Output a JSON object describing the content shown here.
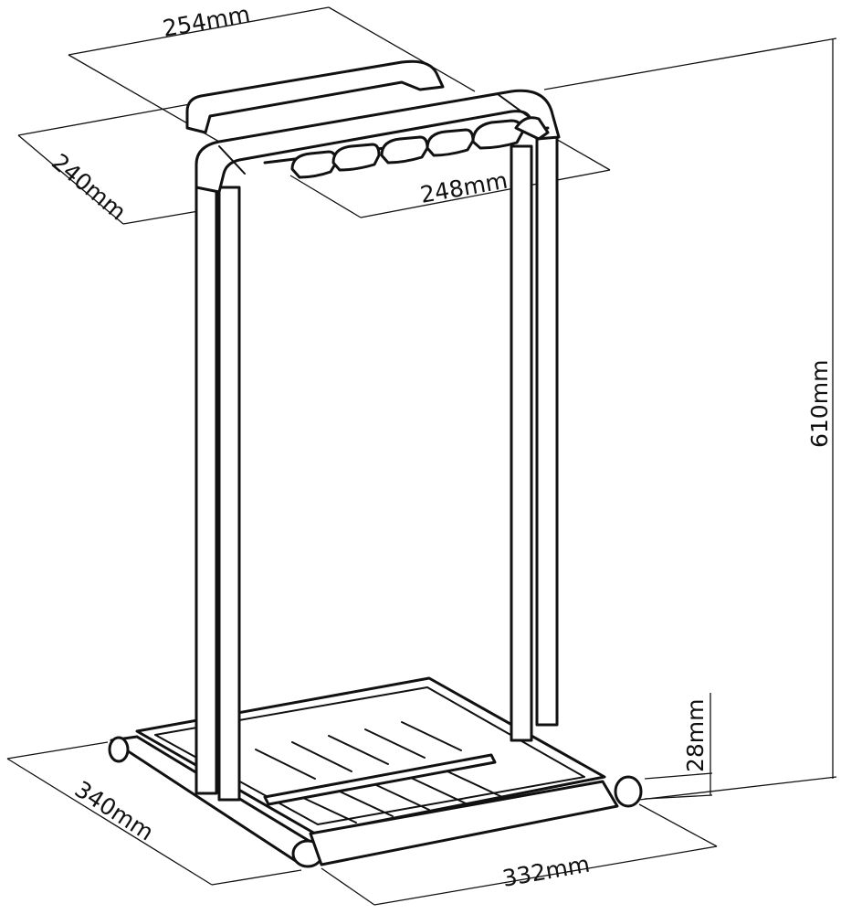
{
  "diagram": {
    "colors": {
      "stroke": "#111111",
      "background": "#ffffff"
    },
    "dimensions": {
      "top_width": "254mm",
      "top_depth": "240mm",
      "inner_width": "248mm",
      "height": "610mm",
      "base_height": "28mm",
      "base_depth": "340mm",
      "base_width": "332mm"
    }
  }
}
